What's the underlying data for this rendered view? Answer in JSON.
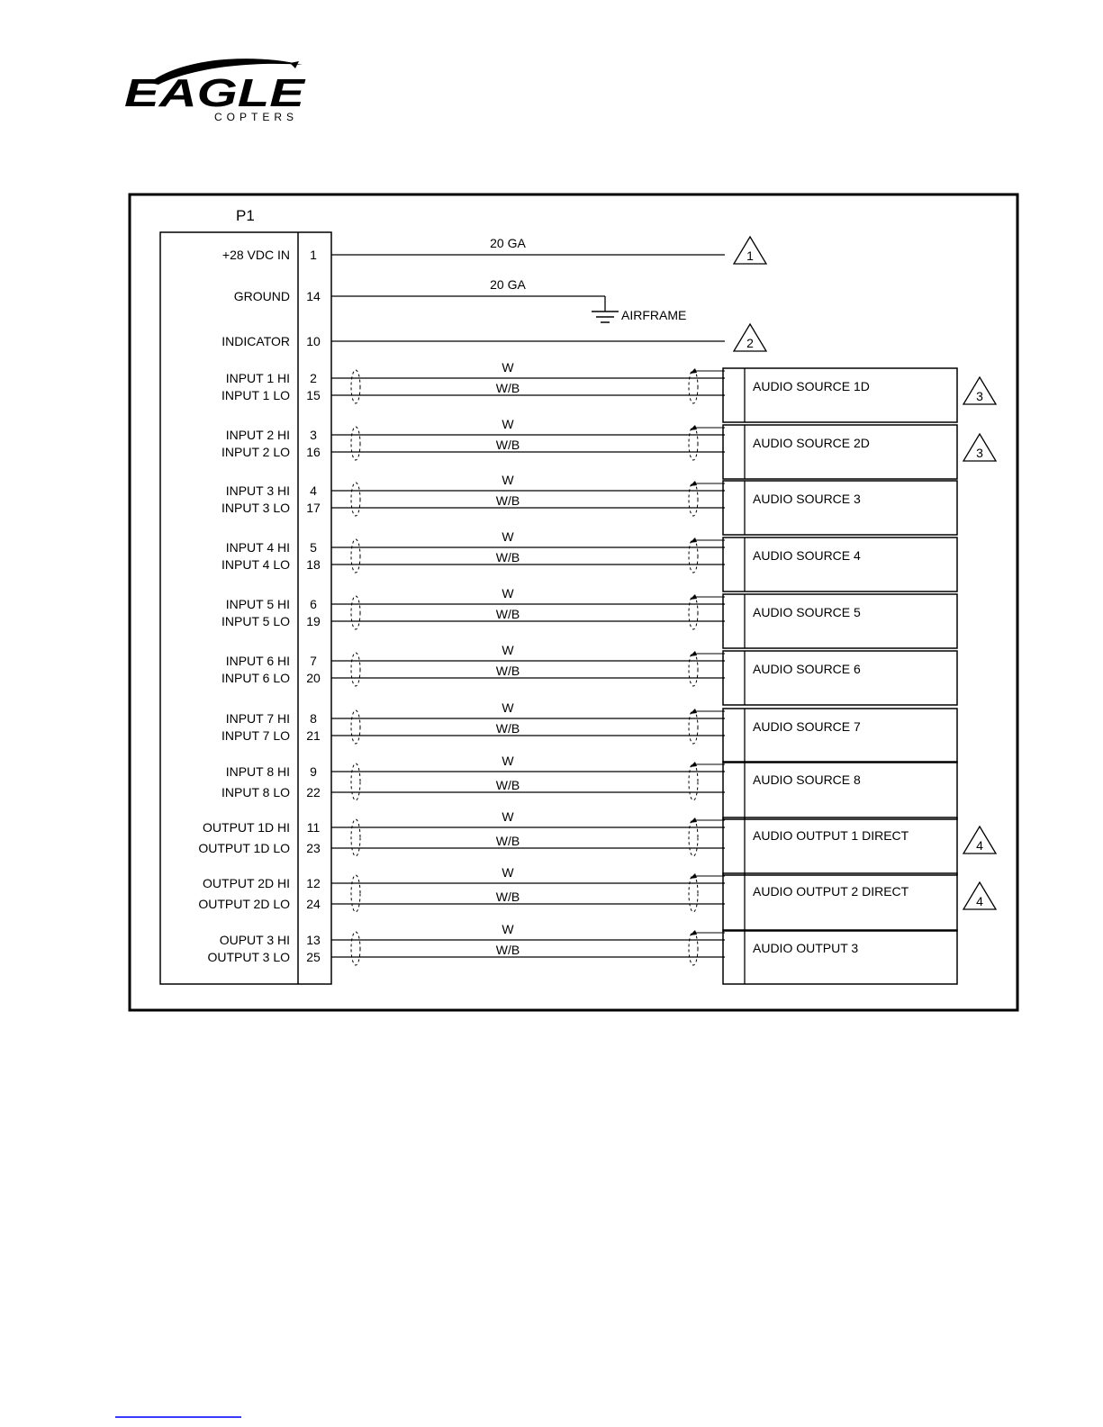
{
  "logo": {
    "brand": "EAGLE",
    "sub": "COPTERS"
  },
  "diagram": {
    "connector": "P1",
    "single_pins": [
      {
        "label": "+28 VDC IN",
        "pin": "1",
        "wire": "20 GA",
        "note": "1"
      },
      {
        "label": "GROUND",
        "pin": "14",
        "wire": "20 GA",
        "ground": "AIRFRAME"
      },
      {
        "label": "INDICATOR",
        "pin": "10",
        "note": "2"
      }
    ],
    "wire_hi": "W",
    "wire_lo": "W/B",
    "pairs": [
      {
        "hi_label": "INPUT 1 HI",
        "lo_label": "INPUT 1 LO",
        "hi_pin": "2",
        "lo_pin": "15",
        "device": "AUDIO SOURCE 1D",
        "note": "3"
      },
      {
        "hi_label": "INPUT 2 HI",
        "lo_label": "INPUT 2 LO",
        "hi_pin": "3",
        "lo_pin": "16",
        "device": "AUDIO SOURCE 2D",
        "note": "3"
      },
      {
        "hi_label": "INPUT 3 HI",
        "lo_label": "INPUT 3 LO",
        "hi_pin": "4",
        "lo_pin": "17",
        "device": "AUDIO SOURCE 3"
      },
      {
        "hi_label": "INPUT 4 HI",
        "lo_label": "INPUT 4 LO",
        "hi_pin": "5",
        "lo_pin": "18",
        "device": "AUDIO SOURCE 4"
      },
      {
        "hi_label": "INPUT 5 HI",
        "lo_label": "INPUT 5 LO",
        "hi_pin": "6",
        "lo_pin": "19",
        "device": "AUDIO SOURCE 5"
      },
      {
        "hi_label": "INPUT 6 HI",
        "lo_label": "INPUT 6 LO",
        "hi_pin": "7",
        "lo_pin": "20",
        "device": "AUDIO SOURCE 6"
      },
      {
        "hi_label": "INPUT 7 HI",
        "lo_label": "INPUT 7 LO",
        "hi_pin": "8",
        "lo_pin": "21",
        "device": "AUDIO SOURCE 7"
      },
      {
        "hi_label": "INPUT 8 HI",
        "lo_label": "INPUT 8 LO",
        "hi_pin": "9",
        "lo_pin": "22",
        "device": "AUDIO SOURCE 8"
      },
      {
        "hi_label": "OUTPUT 1D HI",
        "lo_label": "OUTPUT 1D LO",
        "hi_pin": "11",
        "lo_pin": "23",
        "device": "AUDIO OUTPUT 1 DIRECT",
        "note": "4"
      },
      {
        "hi_label": "OUTPUT 2D HI",
        "lo_label": "OUTPUT 2D LO",
        "hi_pin": "12",
        "lo_pin": "24",
        "device": "AUDIO OUTPUT 2 DIRECT",
        "note": "4"
      },
      {
        "hi_label": "OUPUT 3 HI",
        "lo_label": "OUTPUT 3 LO",
        "hi_pin": "13",
        "lo_pin": "25",
        "device": "AUDIO OUTPUT 3"
      }
    ]
  }
}
